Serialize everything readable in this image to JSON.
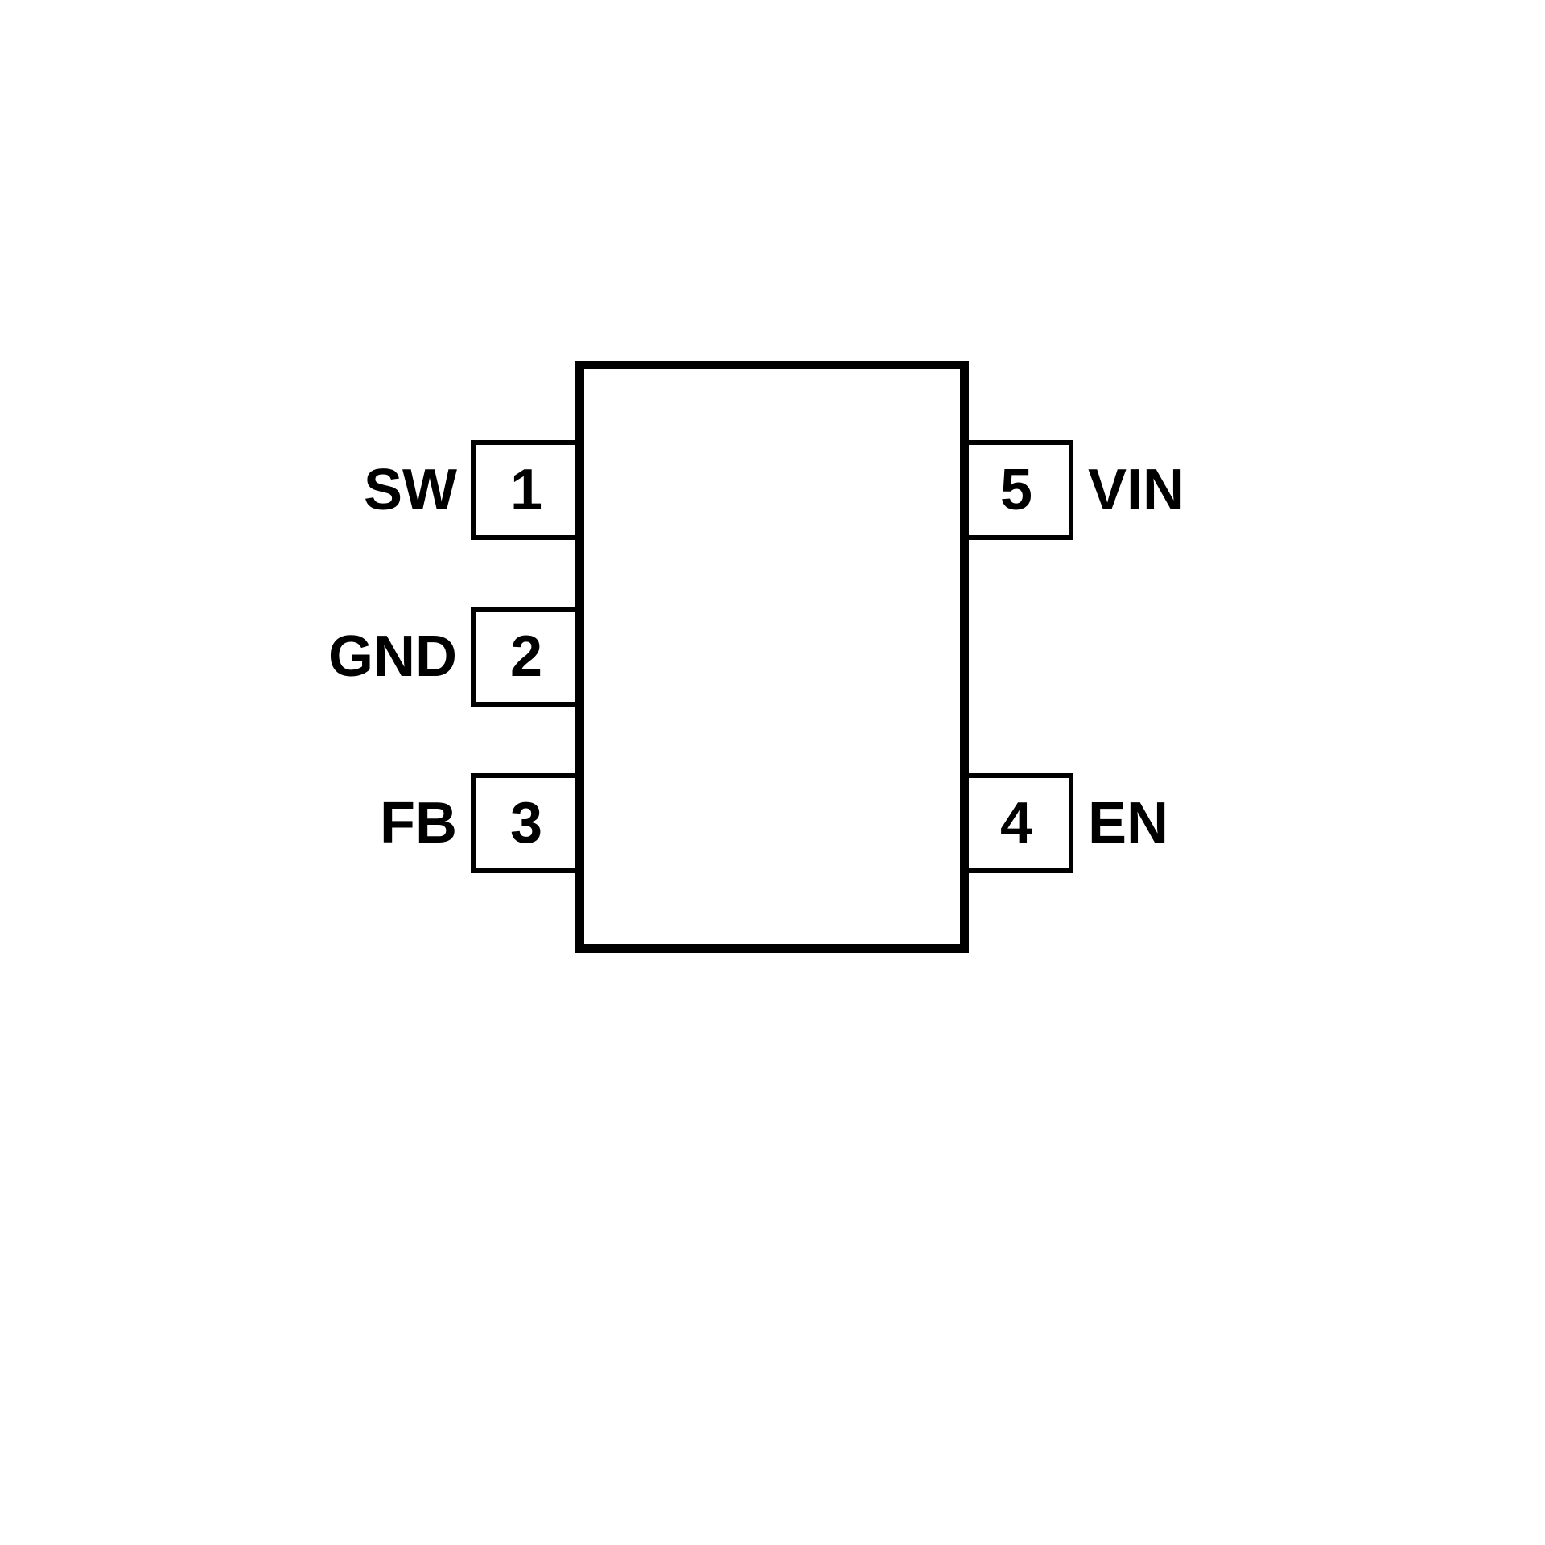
{
  "diagram": {
    "type": "ic-pinout",
    "colors": {
      "line": "#000000",
      "background": "#ffffff",
      "text": "#000000"
    },
    "left_pins": [
      {
        "number": "1",
        "label": "SW"
      },
      {
        "number": "2",
        "label": "GND"
      },
      {
        "number": "3",
        "label": "FB"
      }
    ],
    "right_pins": [
      {
        "number": "5",
        "label": "VIN"
      },
      {
        "number": "4",
        "label": "EN"
      }
    ]
  }
}
